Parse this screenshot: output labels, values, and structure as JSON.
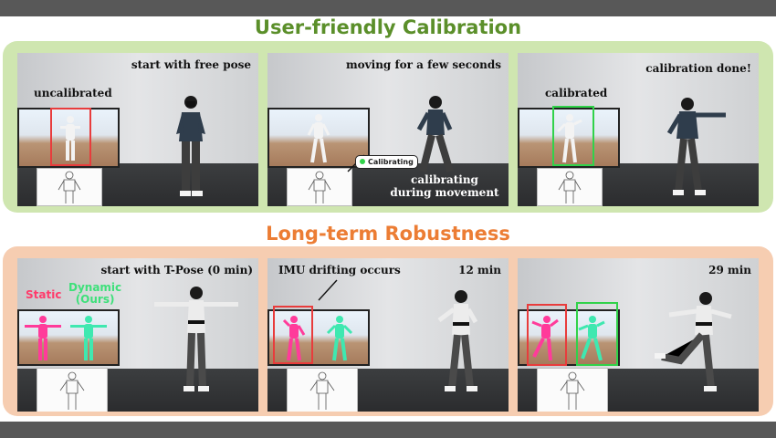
{
  "headings": {
    "calibration": "User-friendly Calibration",
    "robustness": "Long-term Robustness"
  },
  "calibration_panels": {
    "p1": {
      "caption": "start with free pose",
      "label": "uncalibrated"
    },
    "p2": {
      "caption": "moving for a few seconds",
      "bubble": "Calibrating",
      "sub_caption_1": "calibrating",
      "sub_caption_2": "during movement"
    },
    "p3": {
      "caption": "calibration done!",
      "label": "calibrated"
    }
  },
  "robustness_panels": {
    "p1": {
      "caption": "start with T-Pose (0 min)",
      "static_label": "Static",
      "dynamic_label_1": "Dynamic",
      "dynamic_label_2": "(Ours)"
    },
    "p2": {
      "caption_left": "IMU drifting occurs",
      "caption_right": "12 min"
    },
    "p3": {
      "caption_right": "29 min"
    }
  },
  "colors": {
    "green_heading": "#5b8f2a",
    "orange_heading": "#ec7d34",
    "green_panel": "#cfe6b0",
    "orange_panel": "#f6cdb1",
    "box_red": "#e83c3c",
    "box_green": "#31d24a",
    "static_avatar": "#ff3b9a",
    "dynamic_avatar": "#3fe8b0"
  }
}
